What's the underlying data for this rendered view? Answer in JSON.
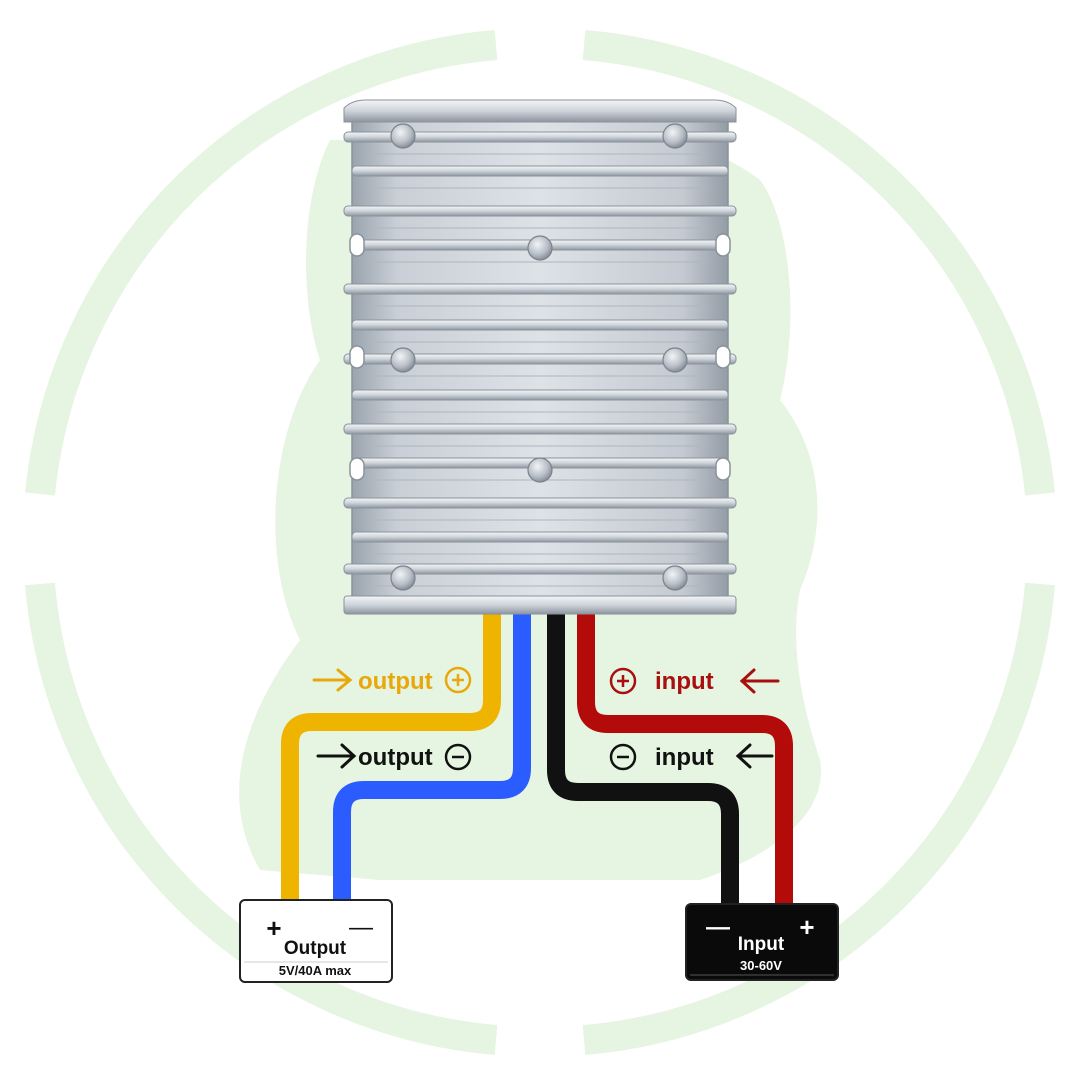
{
  "labels": {
    "output_positive": "output",
    "output_negative": "output",
    "input_positive": "input",
    "input_negative": "input"
  },
  "output_box": {
    "plus": "+",
    "minus": "—",
    "title": "Output",
    "spec": "5V/40A max"
  },
  "input_box": {
    "minus": "—",
    "plus": "+",
    "title": "Input",
    "spec": "30-60V"
  },
  "colors": {
    "output_positive_wire": "#efb400",
    "output_negative_wire": "#2a5cff",
    "input_negative_wire": "#111111",
    "input_positive_wire": "#b30a0a",
    "watermark": "#e6f4e2",
    "input_positive_label": "#a80f0f",
    "output_positive_label": "#e8a80c"
  }
}
